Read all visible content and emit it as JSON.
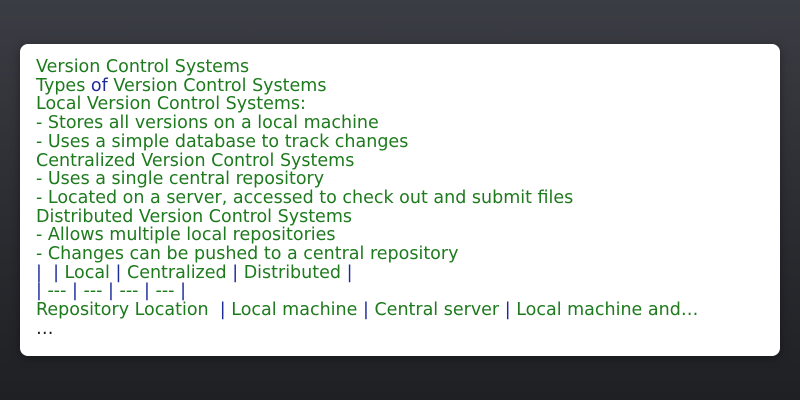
{
  "colors": {
    "text_green": "#1d7a1d",
    "text_blue": "#1c2a9a",
    "card_background": "#ffffff",
    "page_background": "#2b2c31"
  },
  "content": {
    "line_01": "Version Control Systems",
    "line_02_a": "Types ",
    "line_02_b": "of",
    "line_02_c": " Version Control Systems",
    "line_03": "Local Version Control Systems:",
    "line_04": "- Stores all versions on a local machine",
    "line_05": "- Uses a simple database to track changes",
    "line_06": "Centralized Version Control Systems",
    "line_07": "- Uses a single central repository",
    "line_08": "- Located on a server, accessed to check out and submit files",
    "line_09": "Distributed Version Control Systems",
    "line_10": "- Allows multiple local repositories",
    "line_11": "- Changes can be pushed to a central repository",
    "table_header": [
      "",
      "Local",
      "Centralized",
      "Distributed"
    ],
    "table_divider": [
      "---",
      "---",
      "---",
      "---"
    ],
    "table_row_label": "Repository Location ",
    "table_row_cells": [
      "Local machine",
      "Central server",
      "Local machine and…"
    ],
    "trailing_ellipsis": "…"
  }
}
